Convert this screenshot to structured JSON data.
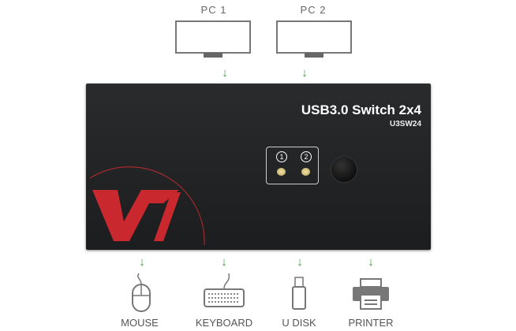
{
  "inputs": [
    {
      "label": "PC 1"
    },
    {
      "label": "PC 2"
    }
  ],
  "device": {
    "title": "USB3.0 Switch 2x4",
    "model": "U3SW24",
    "leds": [
      "1",
      "2"
    ],
    "brand_mark": "V"
  },
  "outputs": [
    {
      "label": "MOUSE",
      "icon": "mouse-icon"
    },
    {
      "label": "KEYBOARD",
      "icon": "keyboard-icon"
    },
    {
      "label": "U DISK",
      "icon": "usb-drive-icon"
    },
    {
      "label": "PRINTER",
      "icon": "printer-icon"
    }
  ],
  "arrow_glyph": "↓",
  "colors": {
    "arrow": "#3a9b3a",
    "device": "#222325",
    "logo": "#c8282e"
  }
}
